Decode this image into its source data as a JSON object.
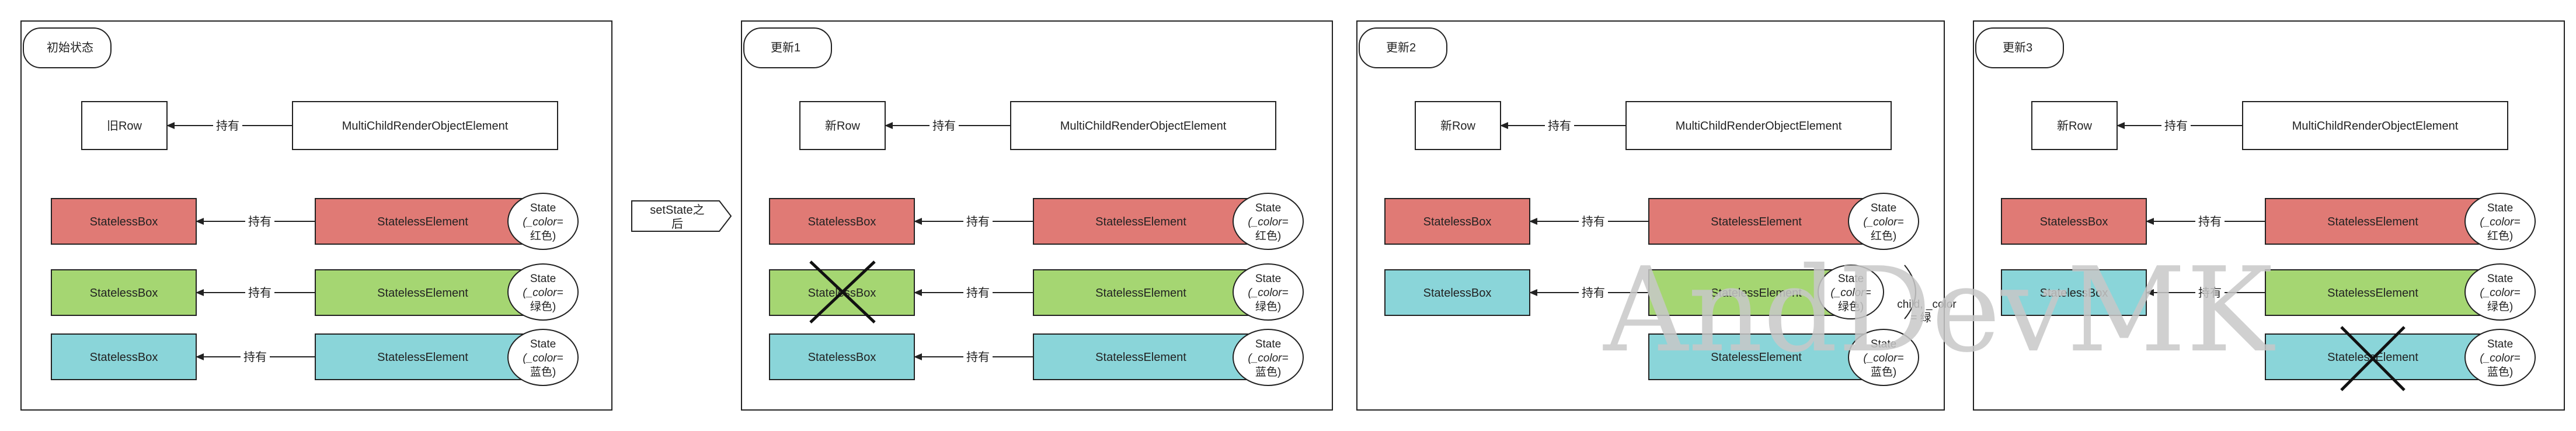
{
  "colors": {
    "red": "#e07a75",
    "green": "#a5d672",
    "cyan": "#8ad5d9",
    "stroke": "#222222",
    "watermark": "#c8c8c8"
  },
  "arrow_transition": {
    "line1": "setState之",
    "line2": "后"
  },
  "watermark": "AndDevMK",
  "panels": [
    {
      "title": "初始状态",
      "row_label": "旧Row",
      "mcroe_label": "MultiChildRenderObjectElement",
      "holds_label": "持有",
      "rows": [
        {
          "box": "StatelessBox",
          "element": "StatelessElement",
          "holds": "持有",
          "state_title": "State",
          "state_field": "(_color=",
          "state_value": "红色)"
        },
        {
          "box": "StatelessBox",
          "element": "StatelessElement",
          "holds": "持有",
          "state_title": "State",
          "state_field": "(_color=",
          "state_value": "绿色)"
        },
        {
          "box": "StatelessBox",
          "element": "StatelessElement",
          "holds": "持有",
          "state_title": "State",
          "state_field": "(_color=",
          "state_value": "蓝色)"
        }
      ]
    },
    {
      "title": "更新1",
      "row_label": "新Row",
      "mcroe_label": "MultiChildRenderObjectElement",
      "holds_label": "持有",
      "rows": [
        {
          "box": "StatelessBox",
          "element": "StatelessElement",
          "holds": "持有",
          "state_title": "State",
          "state_field": "(_color=",
          "state_value": "红色)"
        },
        {
          "box": "StatelessBox",
          "element": "StatelessElement",
          "holds": "持有",
          "state_title": "State",
          "state_field": "(_color=",
          "state_value": "绿色)"
        },
        {
          "box": "StatelessBox",
          "element": "StatelessElement",
          "holds": "持有",
          "state_title": "State",
          "state_field": "(_color=",
          "state_value": "蓝色)"
        }
      ]
    },
    {
      "title": "更新2",
      "row_label": "新Row",
      "mcroe_label": "MultiChildRenderObjectElement",
      "holds_label": "持有",
      "rows": [
        {
          "box": "StatelessBox",
          "element": "StatelessElement",
          "holds": "持有",
          "state_title": "State",
          "state_field": "(_color=",
          "state_value": "红色)"
        },
        {
          "box": "StatelessBox",
          "element": "StatelessElement",
          "holds": "持有",
          "state_title": "State",
          "state_field": "(_color=",
          "state_value": "绿色)"
        },
        {
          "box": "",
          "element": "StatelessElement",
          "holds": "",
          "state_title": "State",
          "state_field": "(_color=",
          "state_value": "蓝色)"
        }
      ],
      "overlap_text": "child, _color",
      "overlap_text2": "= 绿"
    },
    {
      "title": "更新3",
      "row_label": "新Row",
      "mcroe_label": "MultiChildRenderObjectElement",
      "holds_label": "持有",
      "rows": [
        {
          "box": "StatelessBox",
          "element": "StatelessElement",
          "holds": "持有",
          "state_title": "State",
          "state_field": "(_color=",
          "state_value": "红色)"
        },
        {
          "box": "StatelessBox",
          "element": "StatelessElement",
          "holds": "持有",
          "state_title": "State",
          "state_field": "(_color=",
          "state_value": "绿色)"
        },
        {
          "box": "",
          "element": "StatelessElement",
          "holds": "",
          "state_title": "State",
          "state_field": "(_color=",
          "state_value": "蓝色)"
        }
      ]
    }
  ]
}
